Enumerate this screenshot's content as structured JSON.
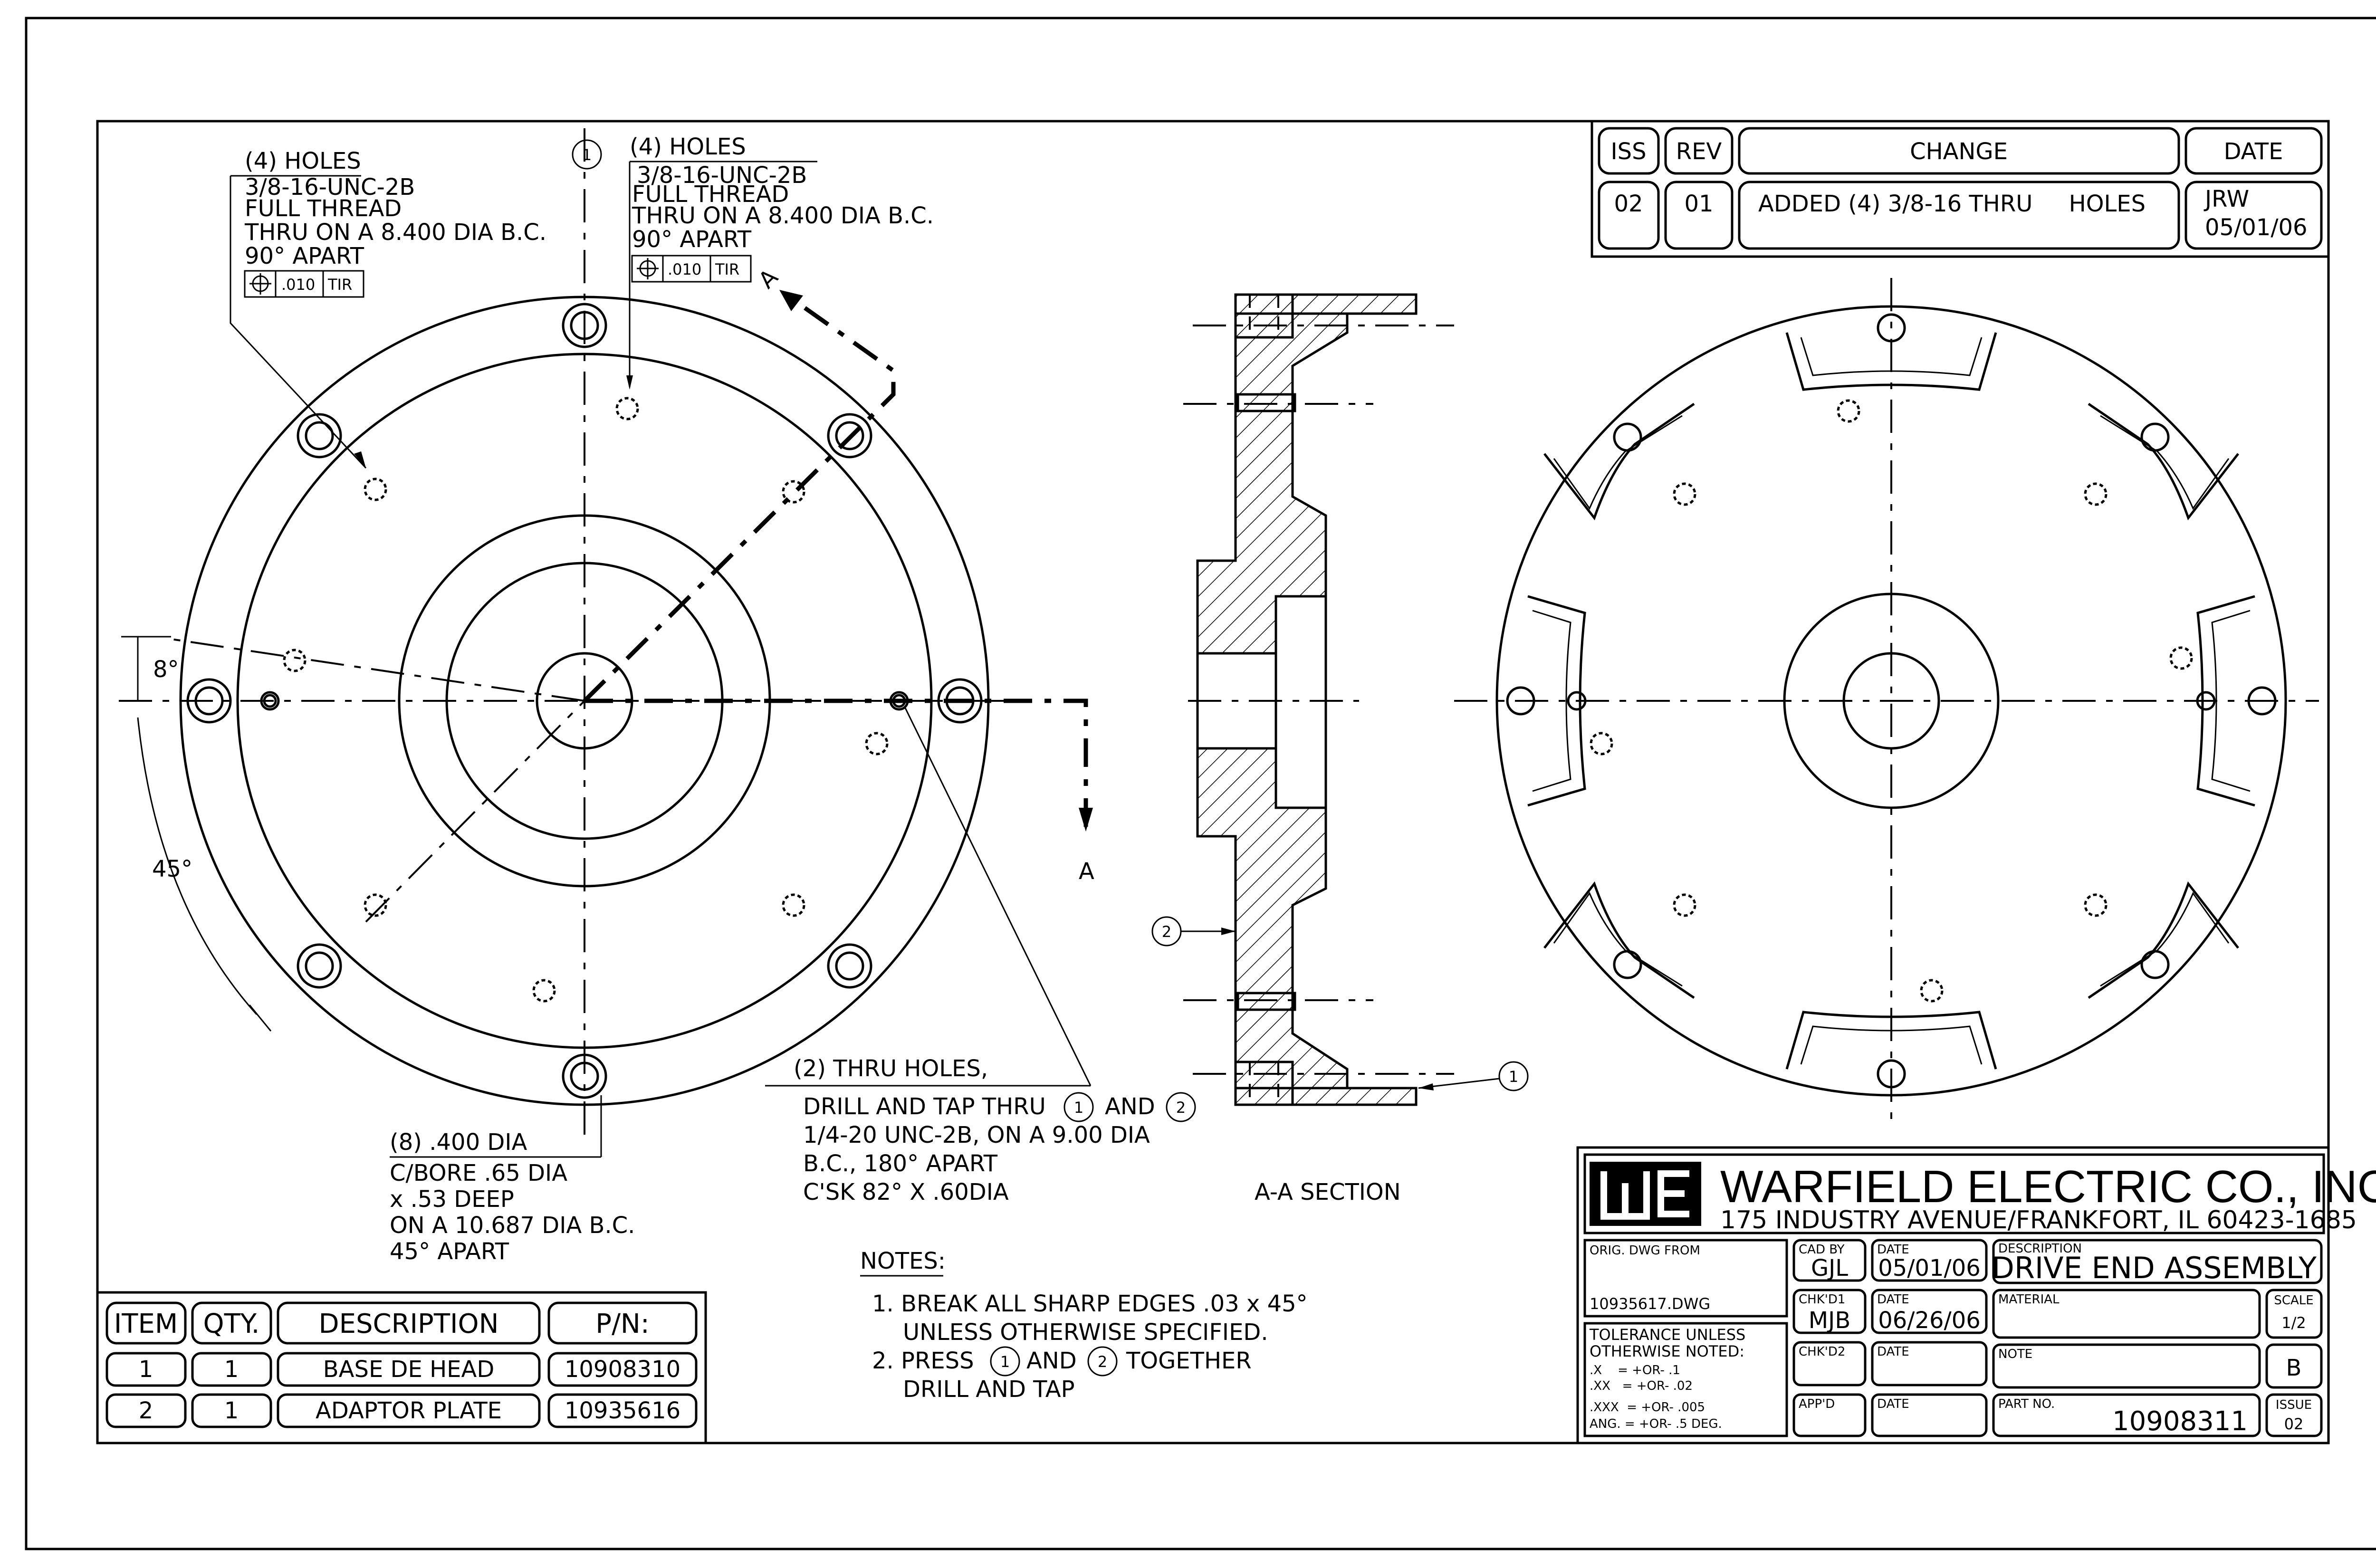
{
  "revision_block": {
    "headers": {
      "iss": "ISS",
      "rev": "REV",
      "change": "CHANGE",
      "date": "DATE"
    },
    "row": {
      "iss": "02",
      "rev": "01",
      "change": "ADDED (4) 3/8-16 THRU     HOLES",
      "by": "JRW",
      "date": "05/01/06"
    }
  },
  "callouts": {
    "holes_left": {
      "title": "(4) HOLES",
      "lines": [
        "3/8-16-UNC-2B",
        "FULL THREAD",
        "THRU ON A 8.400 DIA B.C.",
        "90° APART"
      ],
      "tol": ".010",
      "tir": "TIR"
    },
    "holes_right": {
      "title": "(4) HOLES",
      "lines": [
        "3/8-16-UNC-2B",
        "FULL THREAD",
        "THRU ON A 8.400 DIA B.C.",
        "90° APART"
      ],
      "tol": ".010",
      "tir": "TIR"
    },
    "balloon_top": "1",
    "angle_8": "8°",
    "angle_45": "45°",
    "section_letter_top": "A",
    "section_letter_bottom": "A",
    "cbore": {
      "lines": [
        "(8) .400 DIA",
        "C/BORE .65 DIA",
        "x .53 DEEP",
        "ON A 10.687 DIA B.C.",
        "45° APART"
      ]
    },
    "thru": {
      "title": "(2) THRU HOLES,",
      "line1a": "DRILL AND TAP THRU",
      "balloon_a": "1",
      "line1b": "AND",
      "balloon_b": "2",
      "lines": [
        "1/4-20 UNC-2B, ON A 9.00 DIA",
        "B.C., 180° APART",
        "C'SK 82° X .60DIA"
      ]
    },
    "balloon_section_2": "2",
    "balloon_section_1": "1",
    "section_label": "A-A SECTION"
  },
  "notes": {
    "title": "NOTES:",
    "n1": [
      "1. BREAK ALL SHARP EDGES .03 x 45°",
      "UNLESS OTHERWISE SPECIFIED."
    ],
    "n2a": "2. PRESS",
    "n2_b1": "1",
    "n2_and": "AND",
    "n2_b2": "2",
    "n2b": "TOGETHER",
    "n2c": "DRILL AND TAP"
  },
  "bom": {
    "headers": [
      "ITEM",
      "QTY.",
      "DESCRIPTION",
      "P/N:"
    ],
    "rows": [
      [
        "1",
        "1",
        "BASE DE HEAD",
        "10908310"
      ],
      [
        "2",
        "1",
        "ADAPTOR PLATE",
        "10935616"
      ]
    ]
  },
  "title_block": {
    "company": "WARFIELD ELECTRIC CO., INC.",
    "address": "175 INDUSTRY AVENUE/FRANKFORT, IL 60423-1685",
    "orig_label": "ORIG. DWG FROM",
    "orig_value": "10935617.DWG",
    "tolerance": [
      "TOLERANCE UNLESS",
      "OTHERWISE NOTED:",
      ".X    = +OR- .1",
      ".XX   = +OR- .02",
      ".XXX  = +OR- .005",
      "ANG. = +OR- .5 DEG."
    ],
    "cad_by_label": "CAD BY",
    "cad_by_value": "GJL",
    "date_label": "DATE",
    "date1": "05/01/06",
    "chk1_label": "CHK'D1",
    "chk1_value": "MJB",
    "date2": "06/26/06",
    "chk2_label": "CHK'D2",
    "appd_label": "APP'D",
    "description_label": "DESCRIPTION",
    "description_value": "DRIVE END ASSEMBLY",
    "material_label": "MATERIAL",
    "scale_label": "SCALE",
    "scale_value": "1/2",
    "note_label": "NOTE",
    "note_value": "B",
    "part_label": "PART NO.",
    "part_value": "10908311",
    "issue_label": "ISSUE",
    "issue_value": "02"
  }
}
